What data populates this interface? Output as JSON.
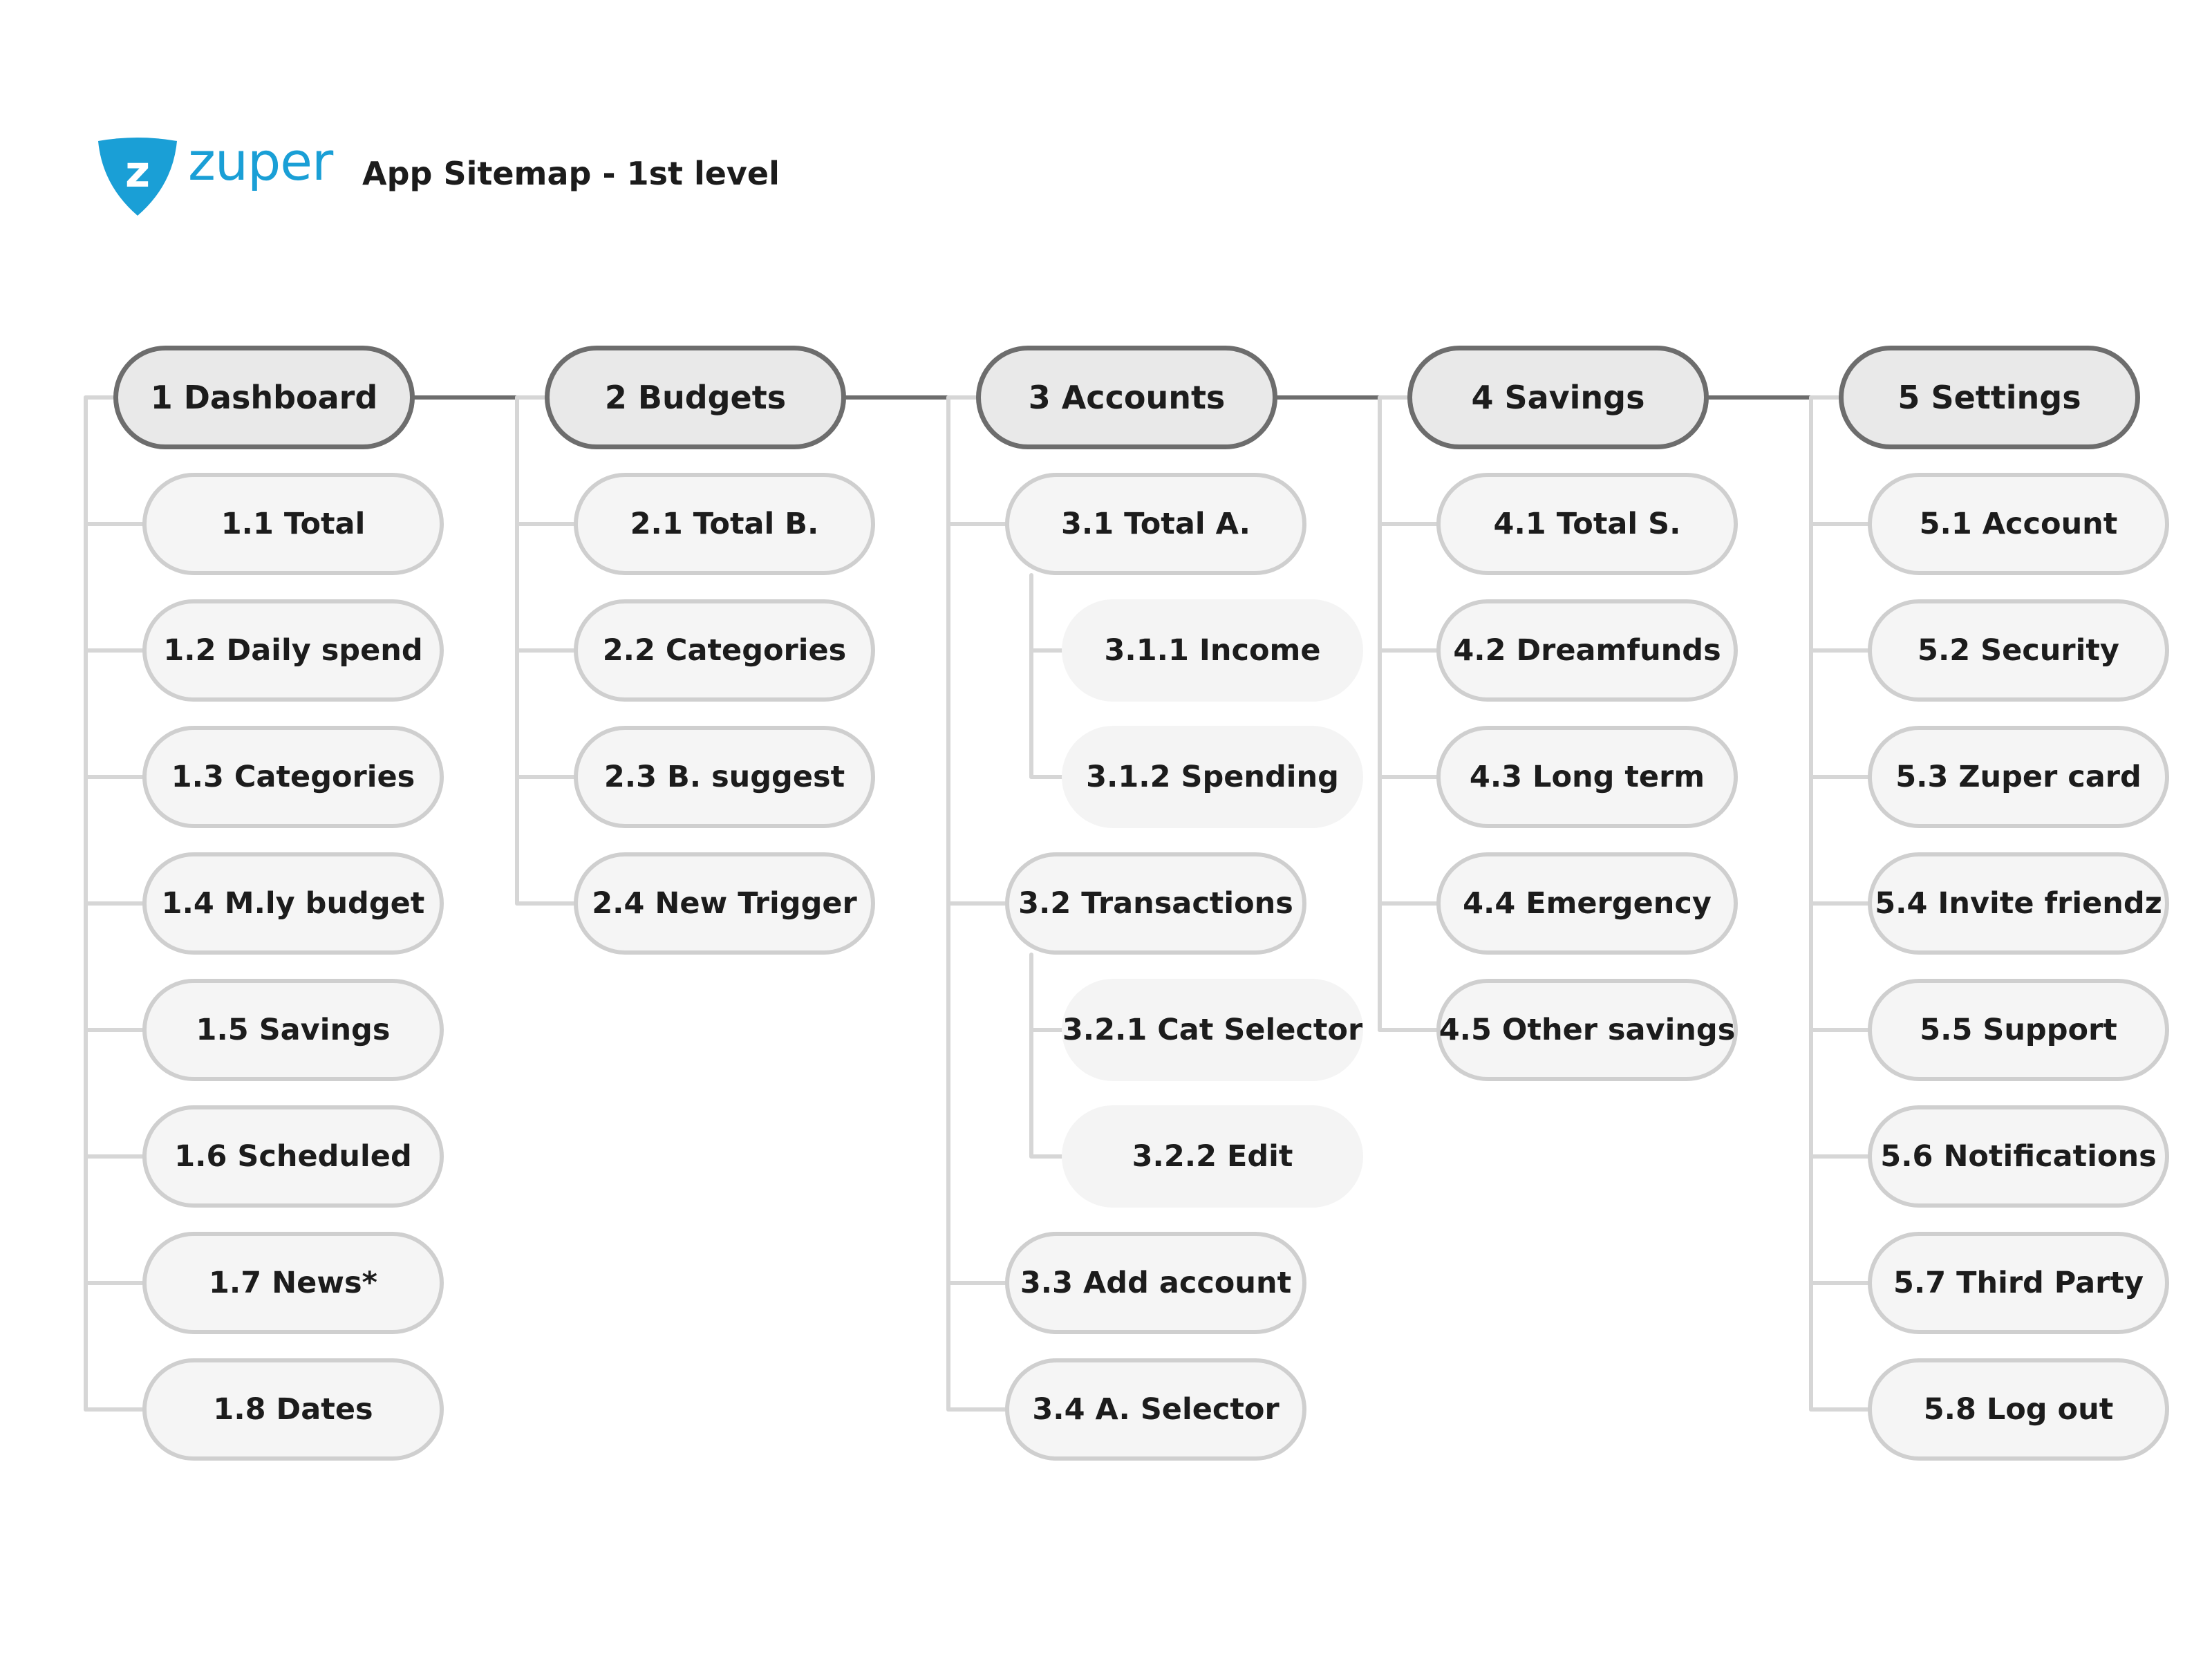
{
  "brand": {
    "name": "zuper",
    "logo_letter": "z",
    "color": "#1a9fd6"
  },
  "title": "App Sitemap - 1st level",
  "colors": {
    "root_border": "#6d6d6d",
    "leaf_border": "#cfcfcf",
    "connector": "#d6d6d6",
    "root_link": "#6d6d6d"
  },
  "columns": [
    {
      "label": "1 Dashboard",
      "items": [
        {
          "label": "1.1 Total"
        },
        {
          "label": "1.2 Daily spend"
        },
        {
          "label": "1.3 Categories"
        },
        {
          "label": "1.4 M.ly budget"
        },
        {
          "label": "1.5 Savings"
        },
        {
          "label": "1.6 Scheduled"
        },
        {
          "label": "1.7 News*"
        },
        {
          "label": "1.8 Dates"
        }
      ]
    },
    {
      "label": "2 Budgets",
      "items": [
        {
          "label": "2.1 Total B."
        },
        {
          "label": "2.2 Categories"
        },
        {
          "label": "2.3 B. suggest"
        },
        {
          "label": "2.4 New Trigger"
        }
      ]
    },
    {
      "label": "3 Accounts",
      "items": [
        {
          "label": "3.1 Total A.",
          "children": [
            "3.1.1 Income",
            "3.1.2 Spending"
          ]
        },
        {
          "label": "3.2 Transactions",
          "children": [
            "3.2.1 Cat Selector",
            "3.2.2 Edit"
          ]
        },
        {
          "label": "3.3 Add account"
        },
        {
          "label": "3.4 A. Selector"
        }
      ]
    },
    {
      "label": "4 Savings",
      "items": [
        {
          "label": "4.1 Total S."
        },
        {
          "label": "4.2 Dreamfunds"
        },
        {
          "label": "4.3 Long term"
        },
        {
          "label": "4.4 Emergency"
        },
        {
          "label": "4.5 Other savings"
        }
      ]
    },
    {
      "label": "5 Settings",
      "items": [
        {
          "label": "5.1 Account"
        },
        {
          "label": "5.2 Security"
        },
        {
          "label": "5.3 Zuper card"
        },
        {
          "label": "5.4 Invite friendz"
        },
        {
          "label": "5.5 Support"
        },
        {
          "label": "5.6 Notifications"
        },
        {
          "label": "5.7 Third Party"
        },
        {
          "label": "5.8 Log out"
        }
      ]
    }
  ]
}
